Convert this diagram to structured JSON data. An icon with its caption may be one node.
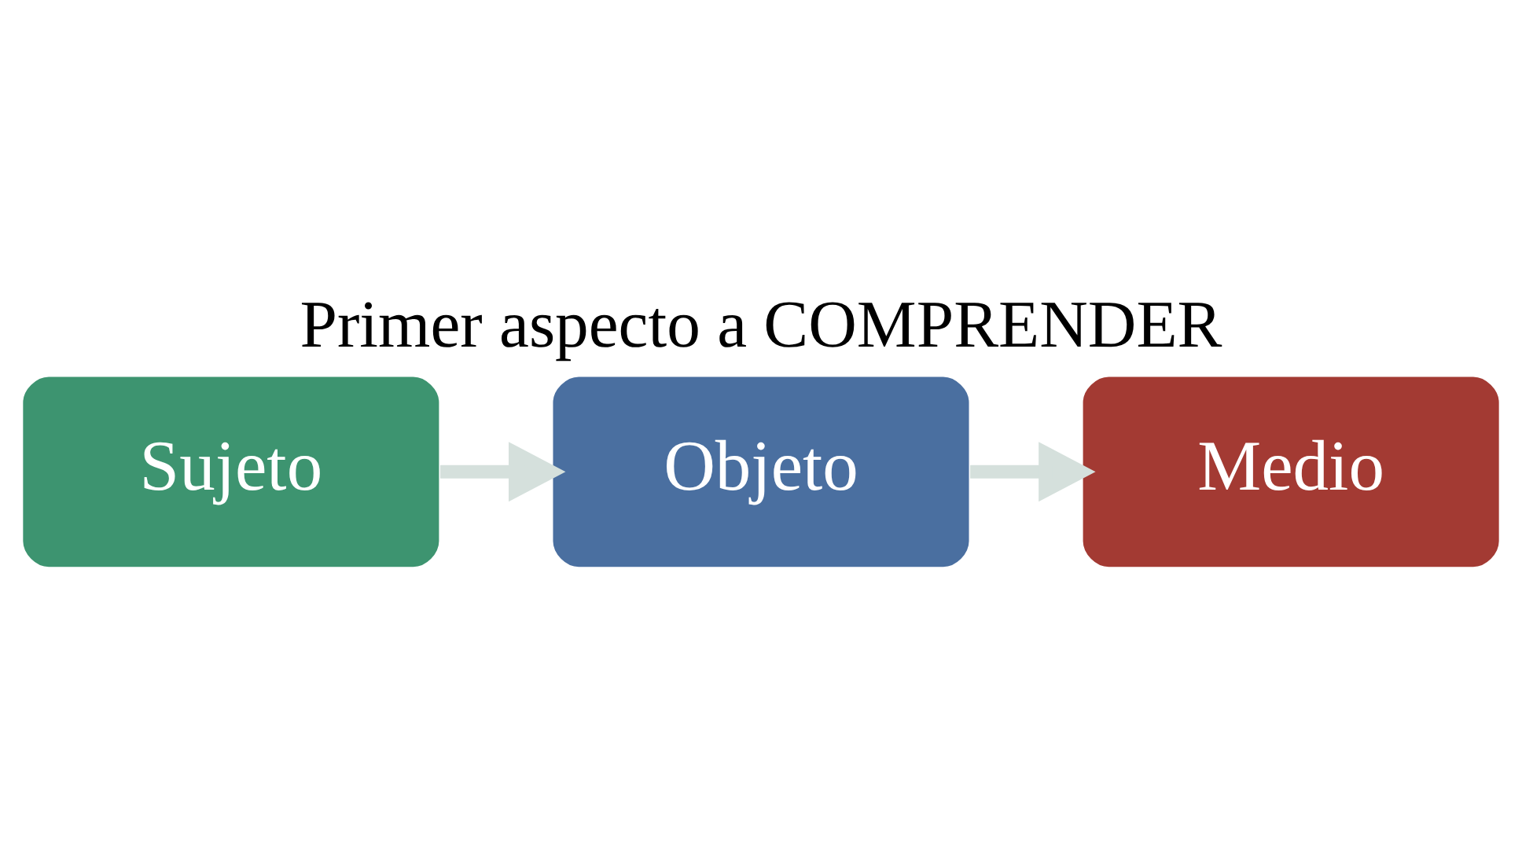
{
  "diagram": {
    "title": "Primer aspecto a COMPRENDER",
    "nodes": [
      {
        "text": [
          "Sujeto"
        ]
      },
      {
        "text": [
          "Objeto"
        ]
      },
      {
        "text": [
          "Medio"
        ]
      }
    ],
    "edges": [
      {
        "from": 0,
        "to": 1,
        "arrow": "to"
      },
      {
        "from": 1,
        "to": 2,
        "arrow": "to"
      }
    ]
  }
}
